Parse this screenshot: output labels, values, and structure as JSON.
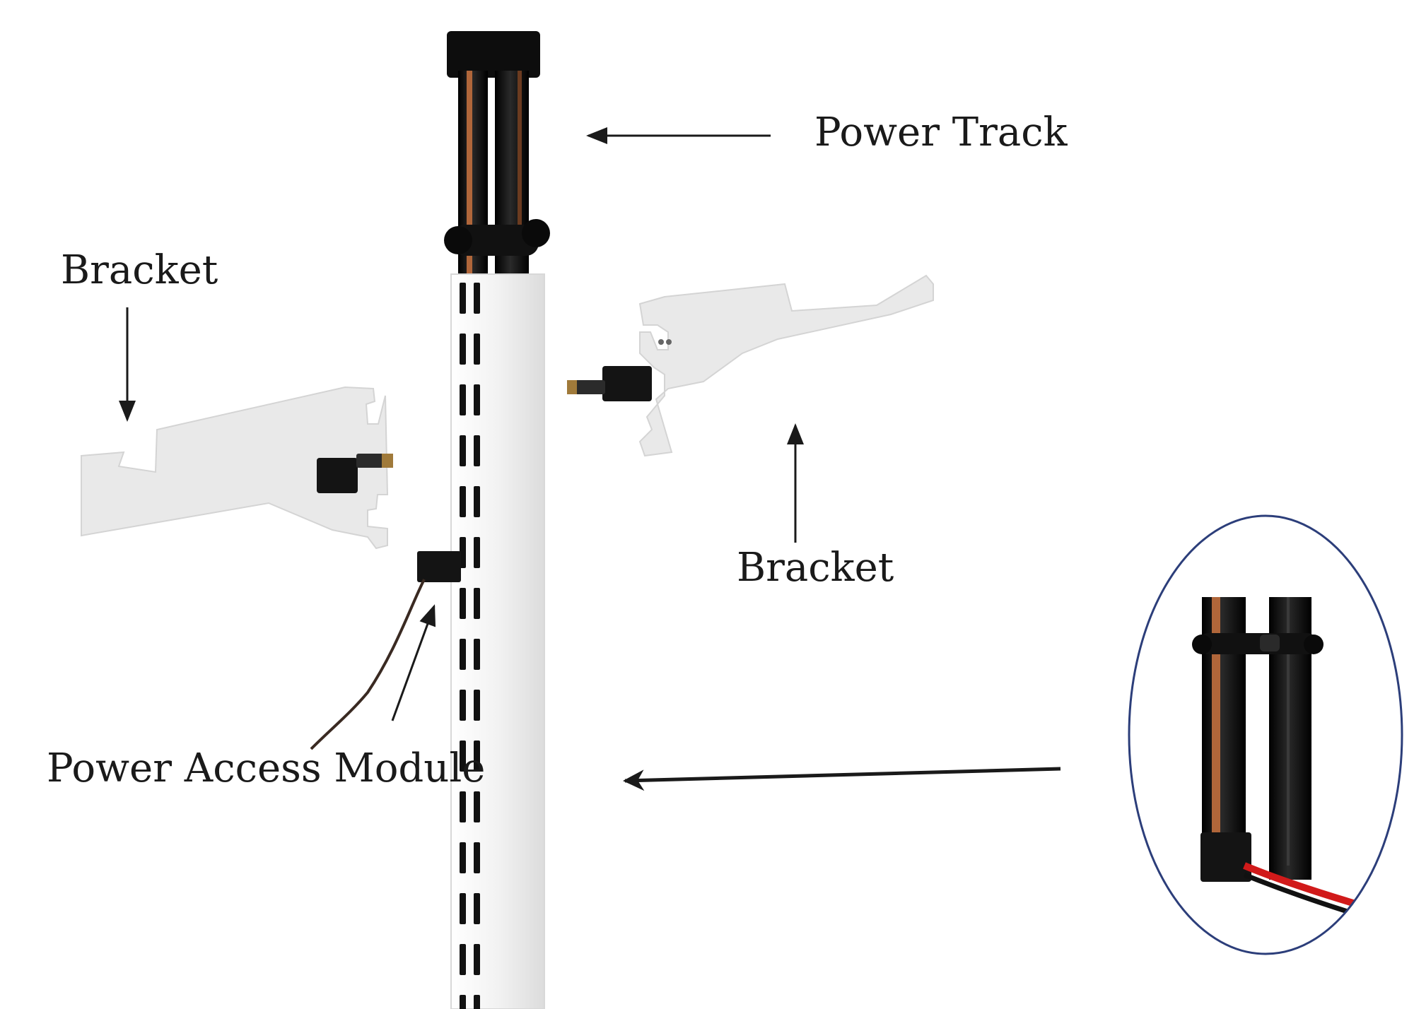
{
  "labels": {
    "power_track": "Power Track",
    "bracket_left": "Bracket",
    "bracket_right": "Bracket",
    "power_access_module": "Power Access Module"
  },
  "colors": {
    "background": "#ffffff",
    "text": "#1a1a1a",
    "arrow": "#1a1a1a",
    "post": "#f4f4f4",
    "post_edge": "#d8d8d8",
    "slot": "#111111",
    "track": "#0d0d0d",
    "copper": "#b0663a",
    "bracket": "#e9e9e9",
    "connector": "#141414",
    "callout_border": "#2c3e7a",
    "cable_red": "#d11a1a"
  },
  "icons": {
    "arrow": "arrow-icon"
  }
}
